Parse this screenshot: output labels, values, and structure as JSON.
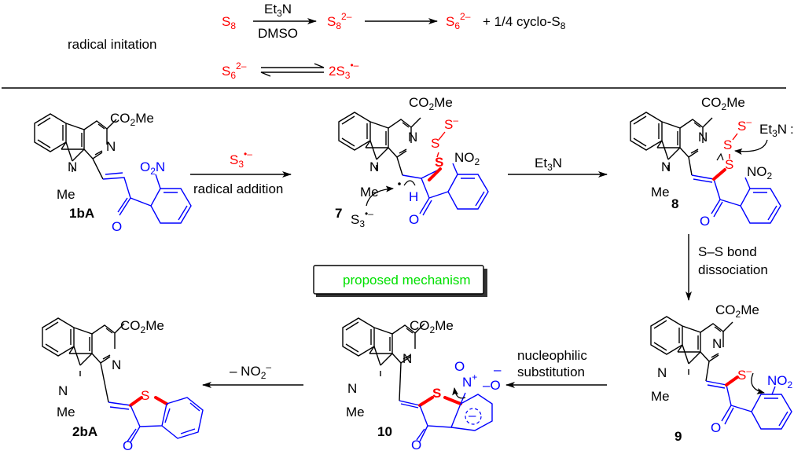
{
  "initiation": {
    "label": "radical initation",
    "row1": {
      "reactant": "S8",
      "reagent_top": "Et3N",
      "reagent_bottom": "DMSO",
      "intermediate": "S8 2−",
      "product": "S6 2− + 1/4 cyclo-S8"
    },
    "row2": {
      "left": "S6 2−",
      "right": "2S3 •−"
    }
  },
  "labels": {
    "box": "proposed mechanism",
    "co2me": "CO2Me",
    "me": "Me",
    "n": "N"
  },
  "steps": [
    {
      "from": "1bA",
      "to": "7",
      "reagent": "S3•−",
      "condition": "radical addition"
    },
    {
      "from": "7",
      "to": "8",
      "reagent": "Et3N",
      "condition": ""
    },
    {
      "from": "8",
      "to": "9",
      "reagent": "S–S bond",
      "condition": "dissociation"
    },
    {
      "from": "9",
      "to": "10",
      "reagent": "nucleophilic",
      "condition": "substitution"
    },
    {
      "from": "10",
      "to": "2bA",
      "reagent": "– NO2−",
      "condition": ""
    }
  ],
  "compounds": [
    "1bA",
    "7",
    "8",
    "9",
    "10",
    "2bA"
  ],
  "colors": {
    "sulfur": "#ff0000",
    "substrate": "#0000ff",
    "box_text": "#00e000",
    "core": "#000000"
  }
}
